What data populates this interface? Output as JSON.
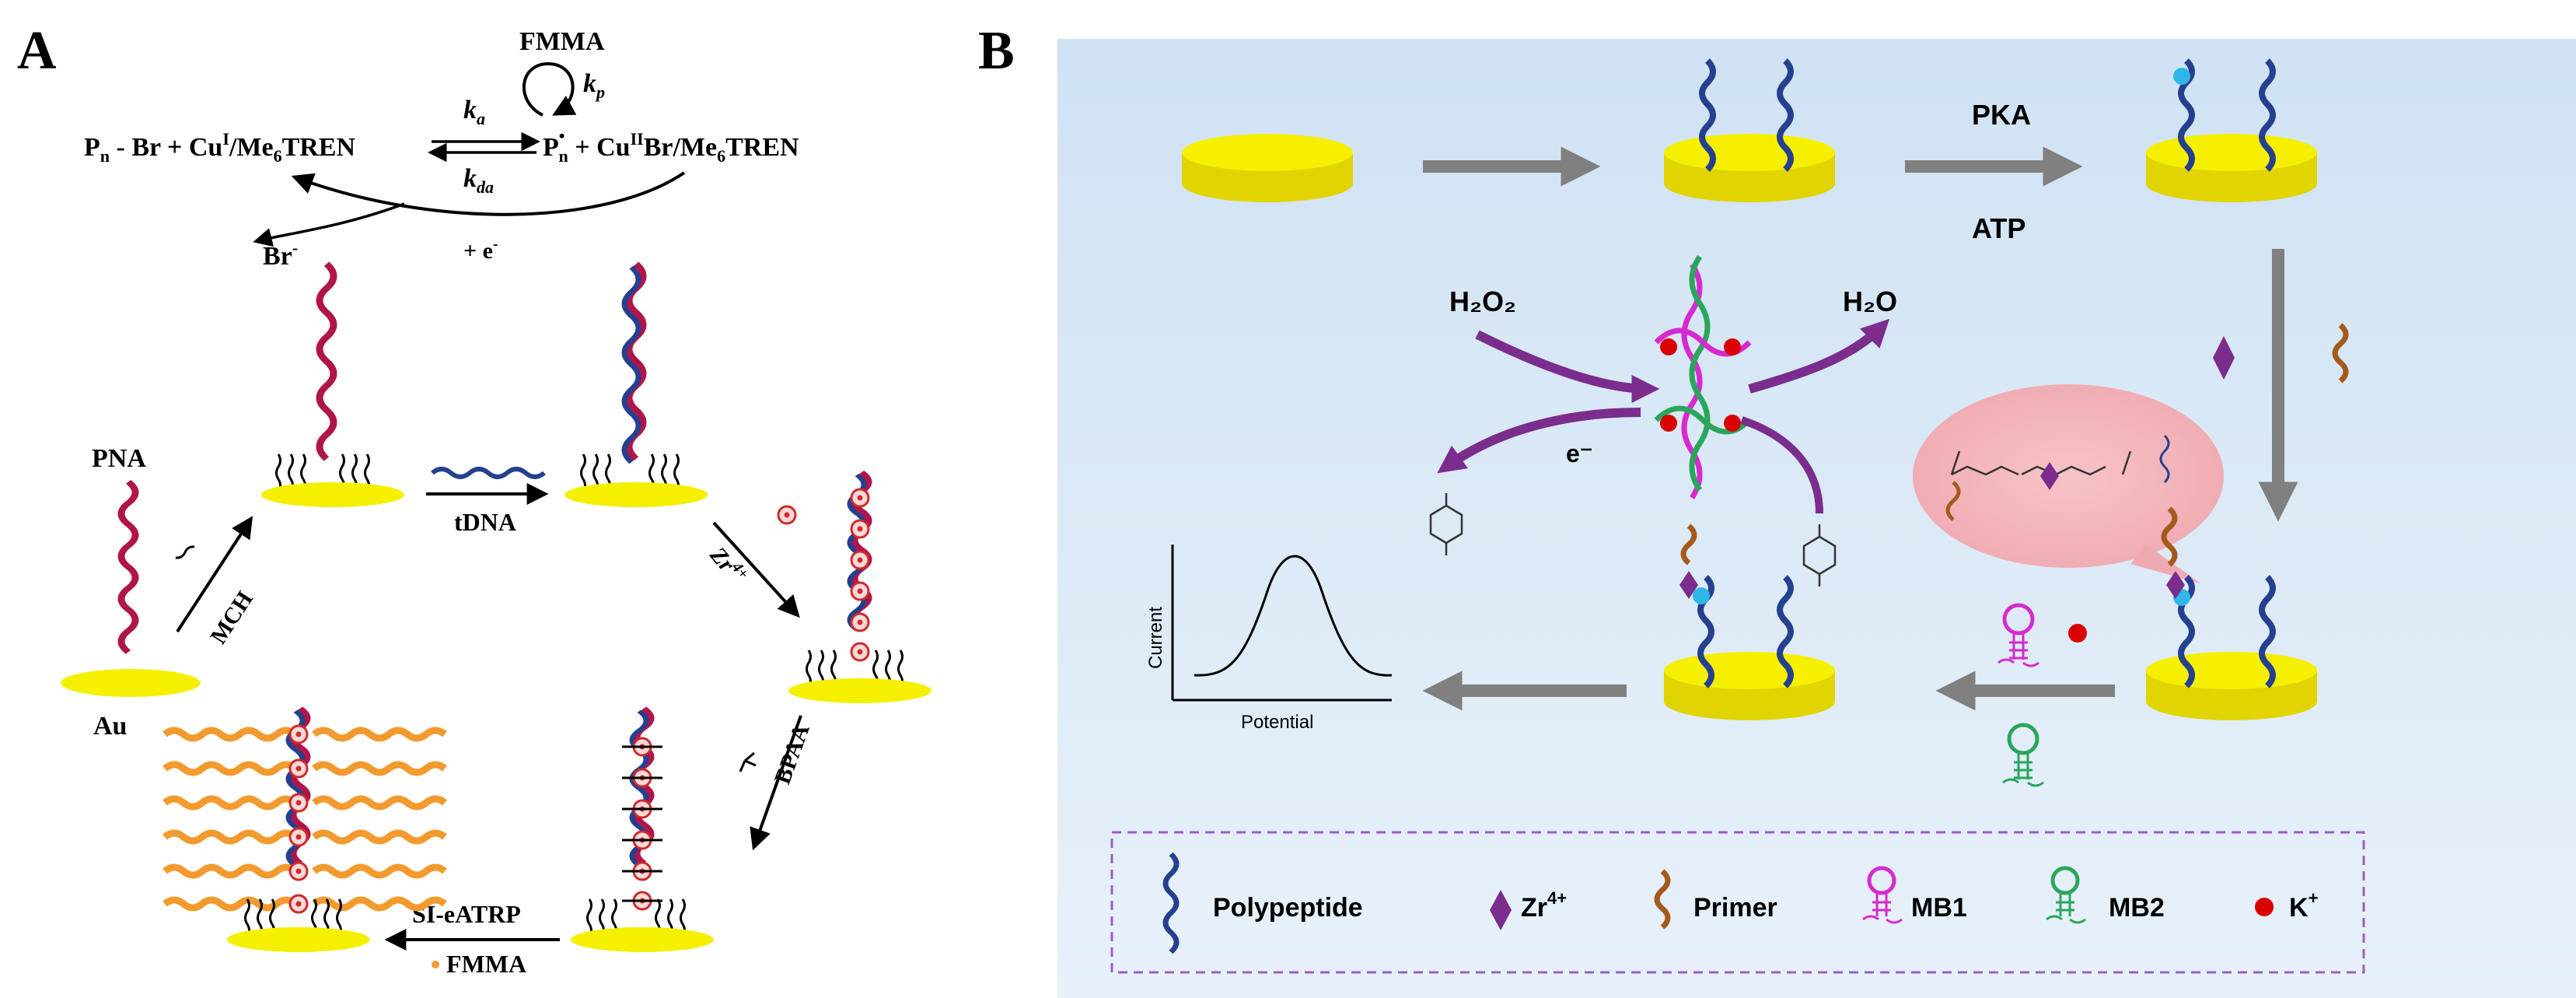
{
  "panel_a": {
    "label": "A",
    "reaction": {
      "fmma": "FMMA",
      "kp": "k",
      "kp_sub": "p",
      "ka": "k",
      "ka_sub": "a",
      "kda": "k",
      "kda_sub": "da",
      "left_pn": "P",
      "left_pn_sub": "n",
      "left_rest": " - Br + Cu",
      "left_cu_sup": "I",
      "left_tail": "/Me",
      "left_me_sub": "6",
      "left_tren": "TREN",
      "right_pn": "P",
      "right_pn_sup": "•",
      "right_pn_sub": "n",
      "right_rest": " + Cu",
      "right_cu_sup": "II",
      "right_tail": "Br/Me",
      "right_me_sub": "6",
      "right_tren": "TREN",
      "br": "Br",
      "br_sup": "-",
      "electron": "+ e",
      "electron_sup": "-"
    },
    "labels": {
      "pna": "PNA",
      "au": "Au",
      "mch": "MCH",
      "tdna": "tDNA",
      "zr": "Zr",
      "zr_sup": "4+",
      "bpaa": "BPAA",
      "si_eatrp": "SI-eATRP",
      "fmma": "FMMA"
    }
  },
  "panel_b": {
    "label": "B",
    "pka": "PKA",
    "atp": "ATP",
    "h2o2": "H₂O₂",
    "h2o": "H₂O",
    "electron": "e⁻",
    "plot": {
      "ylabel": "Current",
      "xlabel": "Potential"
    },
    "legend": [
      {
        "name": "Polypeptide",
        "icon": "polypeptide-icon"
      },
      {
        "name": "Zr",
        "sup": "4+",
        "icon": "zr-diamond-icon"
      },
      {
        "name": "Primer",
        "icon": "primer-icon"
      },
      {
        "name": "MB1",
        "icon": "mb1-icon"
      },
      {
        "name": "MB2",
        "icon": "mb2-icon"
      },
      {
        "name": "K",
        "sup": "+",
        "icon": "k-ion-icon"
      }
    ]
  },
  "colors": {
    "gold": "#f4f000",
    "pna": "#b0154a",
    "dna": "#25408f",
    "polymer": "#f39a2e",
    "background_b": "#d7e7f5",
    "arrow_gray": "#808080",
    "purple": "#7a2d8c",
    "primer": "#a55a1b",
    "mb1": "#d62ad0",
    "mb2": "#2aa65c",
    "k_ion": "#d90000"
  }
}
